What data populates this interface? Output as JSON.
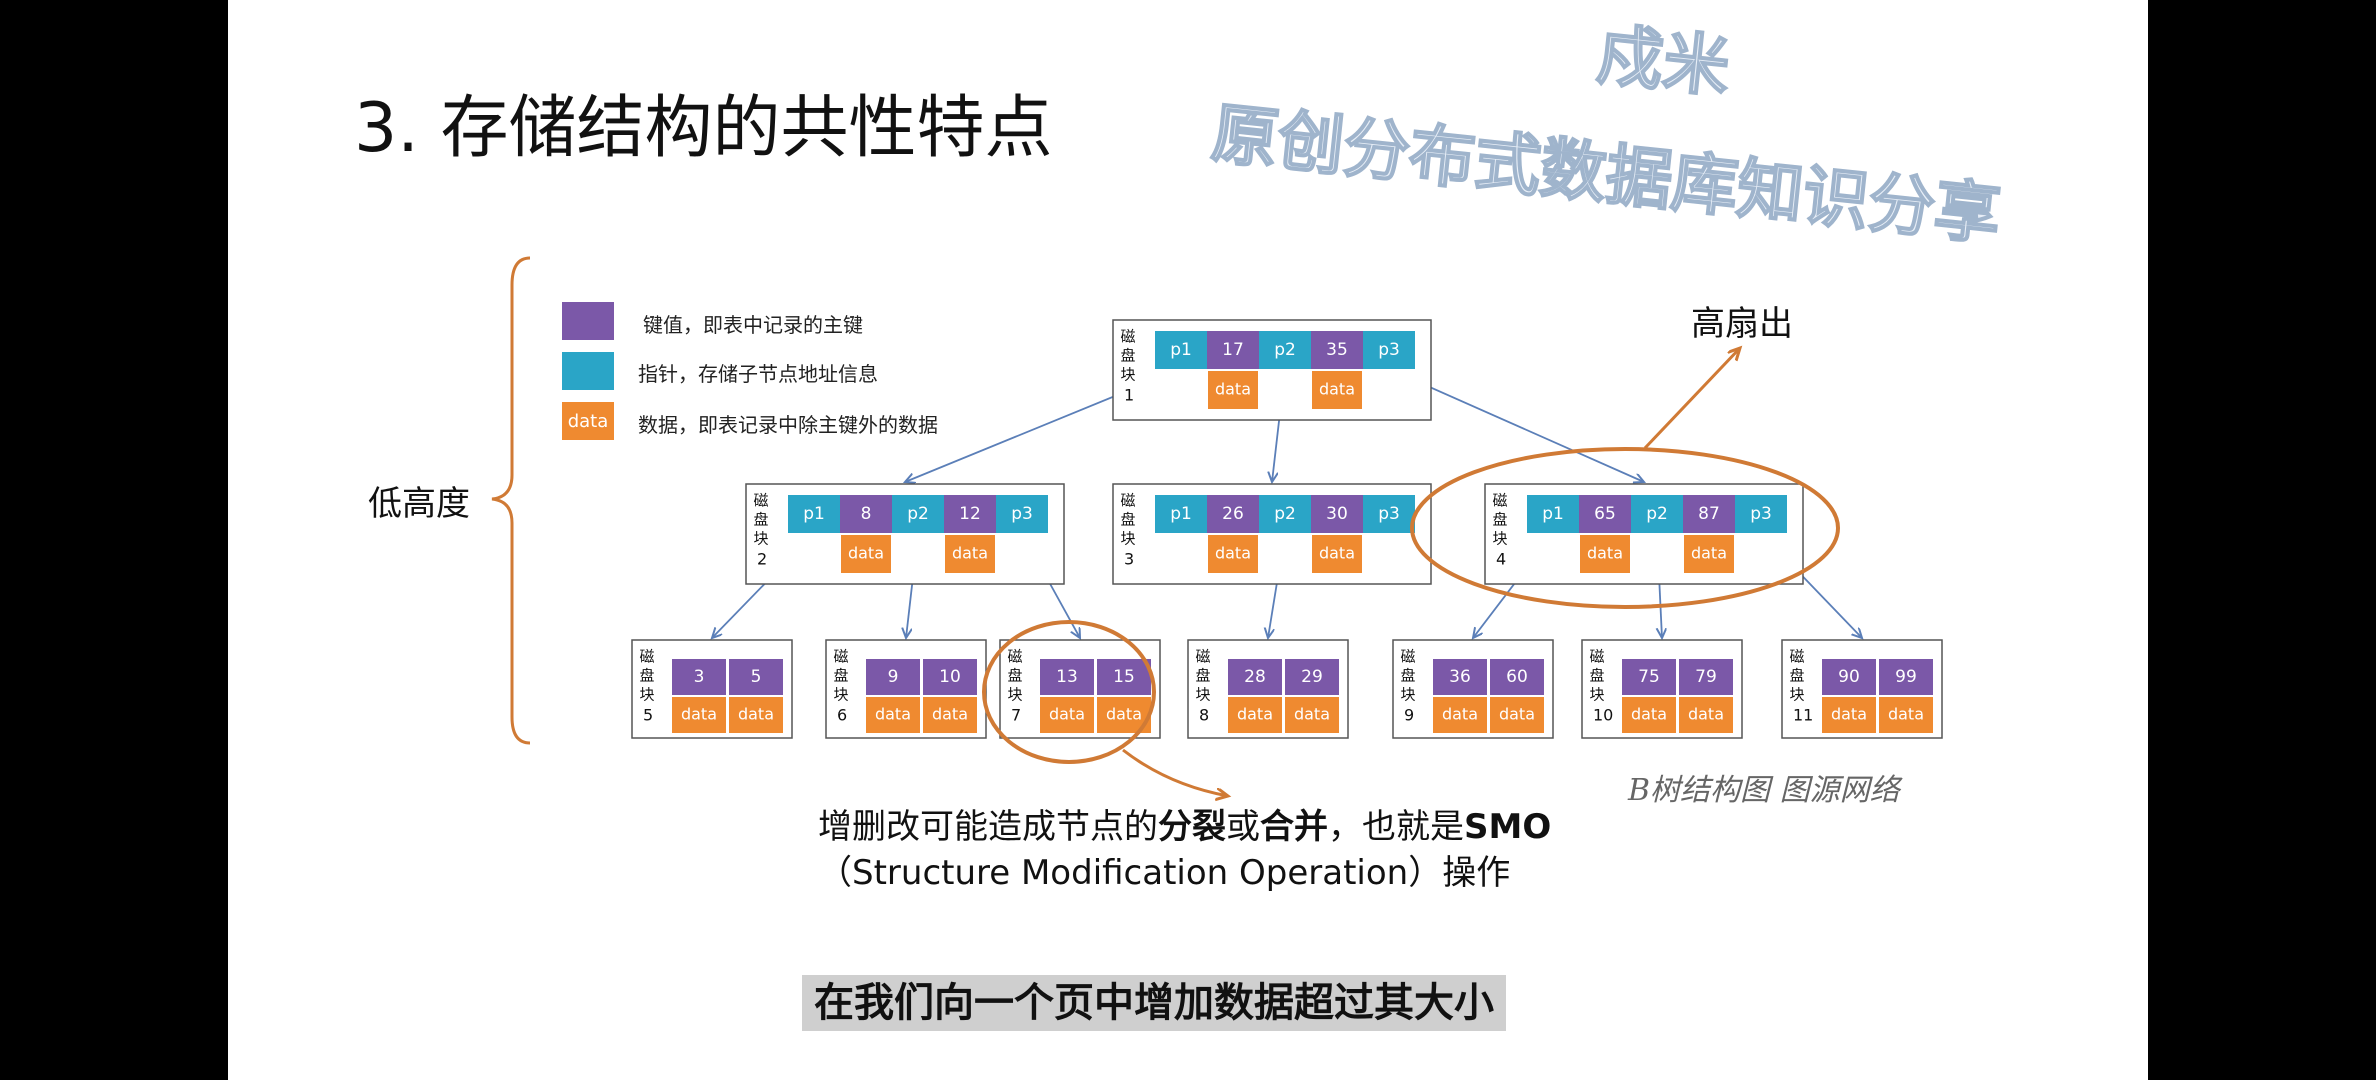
{
  "watermark_top": "",
  "slide_title": "3. 存储结构的共性特点",
  "watermark": {
    "line1": "戍米",
    "line2": "原创分布式数据库知识分享"
  },
  "legend": {
    "key_desc": "键值，即表中记录的主键",
    "pointer_desc": "指针，存储子节点地址信息",
    "data_swatch": "data",
    "data_desc": "数据，即表记录中除主键外的数据"
  },
  "labels": {
    "low_height": "低高度",
    "high_fanout": "高扇出",
    "disk_block": "磁盘块"
  },
  "diagram": {
    "root": {
      "id": "1",
      "keys": [
        "17",
        "35"
      ],
      "pointers": [
        "p1",
        "p2",
        "p3"
      ],
      "data": "data"
    },
    "inner": [
      {
        "id": "2",
        "keys": [
          "8",
          "12"
        ],
        "pointers": [
          "p1",
          "p2",
          "p3"
        ],
        "data": "data"
      },
      {
        "id": "3",
        "keys": [
          "26",
          "30"
        ],
        "pointers": [
          "p1",
          "p2",
          "p3"
        ],
        "data": "data"
      },
      {
        "id": "4",
        "keys": [
          "65",
          "87"
        ],
        "pointers": [
          "p1",
          "p2",
          "p3"
        ],
        "data": "data"
      }
    ],
    "leaves": [
      {
        "id": "5",
        "keys": [
          "3",
          "5"
        ]
      },
      {
        "id": "6",
        "keys": [
          "9",
          "10"
        ]
      },
      {
        "id": "7",
        "keys": [
          "13",
          "15"
        ]
      },
      {
        "id": "8",
        "keys": [
          "28",
          "29"
        ]
      },
      {
        "id": "9",
        "keys": [
          "36",
          "60"
        ]
      },
      {
        "id": "10",
        "keys": [
          "75",
          "79"
        ]
      },
      {
        "id": "11",
        "keys": [
          "90",
          "99"
        ]
      }
    ],
    "leaf_data": "data"
  },
  "caption": {
    "part1": "增删改可能造成节点的",
    "bold1": "分裂",
    "part2": "或",
    "bold2": "合并",
    "part3": "，也就是",
    "bold3": "SMO",
    "line2": "（Structure Modification Operation）操作"
  },
  "source_note": "B树结构图 图源网络",
  "subtitle": "在我们向一个页中增加数据超过其大小",
  "colors": {
    "key": "#7b58a8",
    "pointer": "#2aa5c7",
    "data": "#ef8a30",
    "annotation": "#d07a35",
    "arrow": "#5b7fb8"
  }
}
